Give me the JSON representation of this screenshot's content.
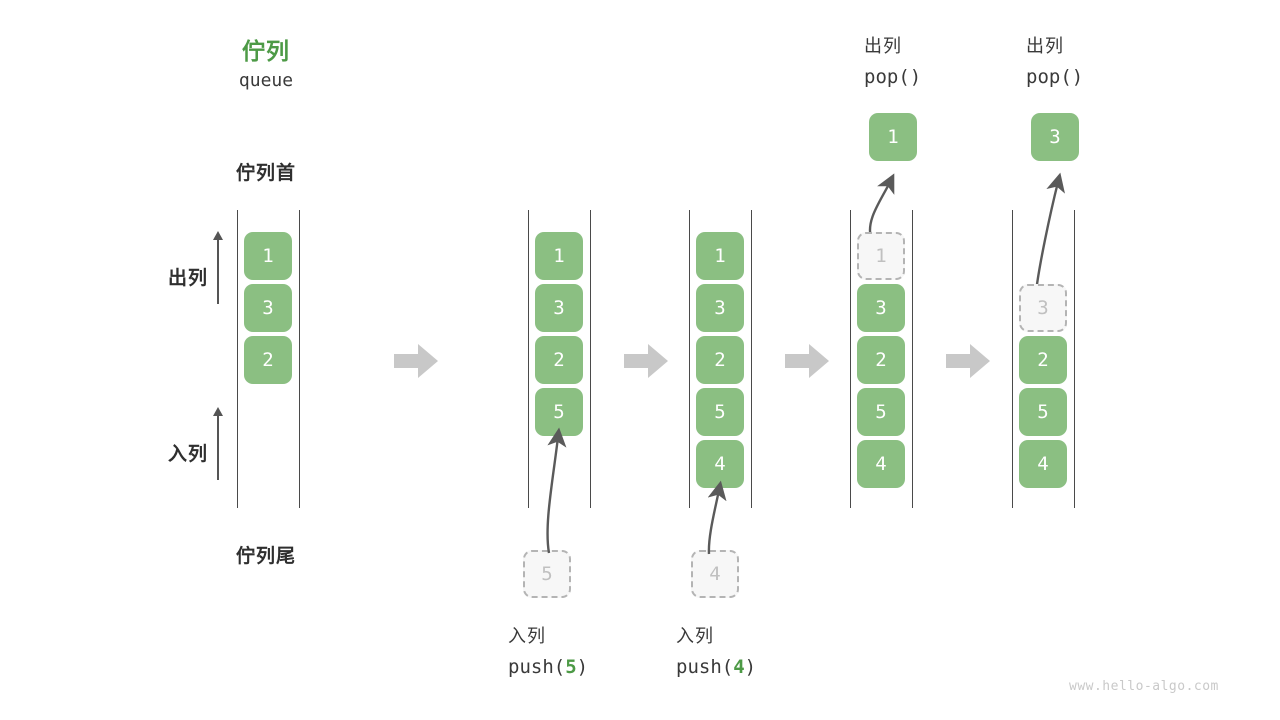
{
  "diagram": {
    "title_cn": "佇列",
    "title_en": "queue",
    "head_label": "佇列首",
    "tail_label": "佇列尾",
    "dequeue_label": "出列",
    "enqueue_label": "入列",
    "watermark": "www.hello-algo.com",
    "colors": {
      "cell_green": "#8bbf82",
      "accent_green": "#4d9a46",
      "rail_gray": "#4a4a4a",
      "arrow_gray": "#c8c8c8",
      "ghost_border": "#b4b4b4",
      "ghost_fill": "#f7f7f7",
      "ghost_text": "#c0c0c0",
      "text_dark": "#2f2f2f"
    }
  },
  "states": [
    {
      "name": "initial",
      "cells": [
        "1",
        "3",
        "2"
      ],
      "ghost": null,
      "popped": null,
      "op_cn": null,
      "op_code": null
    },
    {
      "name": "after-push-5",
      "cells": [
        "1",
        "3",
        "2",
        "5"
      ],
      "ghost": {
        "value": "5",
        "position": "below"
      },
      "popped": null,
      "op_cn": "入列",
      "op_code_prefix": "push(",
      "op_code_num": "5",
      "op_code_suffix": ")"
    },
    {
      "name": "after-push-4",
      "cells": [
        "1",
        "3",
        "2",
        "5",
        "4"
      ],
      "ghost": {
        "value": "4",
        "position": "below"
      },
      "popped": null,
      "op_cn": "入列",
      "op_code_prefix": "push(",
      "op_code_num": "4",
      "op_code_suffix": ")"
    },
    {
      "name": "after-pop-1",
      "cells": [
        "3",
        "2",
        "5",
        "4"
      ],
      "ghost": {
        "value": "1",
        "position": "slot0"
      },
      "popped": "1",
      "op_cn": "出列",
      "op_code_prefix": "pop(",
      "op_code_num": "",
      "op_code_suffix": ")"
    },
    {
      "name": "after-pop-3",
      "cells": [
        "2",
        "5",
        "4"
      ],
      "ghost": {
        "value": "3",
        "position": "slot1"
      },
      "popped": "3",
      "op_cn": "出列",
      "op_code_prefix": "pop(",
      "op_code_num": "",
      "op_code_suffix": ")"
    }
  ]
}
